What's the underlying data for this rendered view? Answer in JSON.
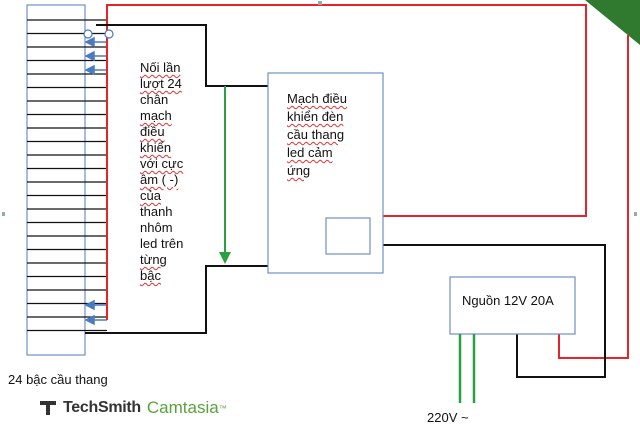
{
  "labels": {
    "note_lines": [
      "Nối lần",
      "lượt 24",
      "chân",
      "mạch",
      "điều",
      "khiển",
      "với cực",
      "âm ( -)",
      "của",
      "thanh",
      "nhôm",
      "led trên",
      "từng",
      "bậc"
    ],
    "controller_lines": [
      "Mạch điều",
      "khiển đèn",
      "cầu thang",
      "led cảm",
      "ứng"
    ],
    "power_supply": "Nguồn 12V 20A",
    "stairs": "24 bậc cầu thang",
    "mains": "220V ~"
  },
  "brand": {
    "techsmith": "TechSmith",
    "camtasia": "Camtasia",
    "tm": "™"
  },
  "colors": {
    "red": "#e8232a",
    "green": "#2aa040",
    "blue": "#4a7ac0",
    "black": "#111111",
    "box": "#6f8fc8",
    "corner": "#2f7a2f"
  },
  "icons": {
    "logo": "techsmith-logo-icon"
  }
}
